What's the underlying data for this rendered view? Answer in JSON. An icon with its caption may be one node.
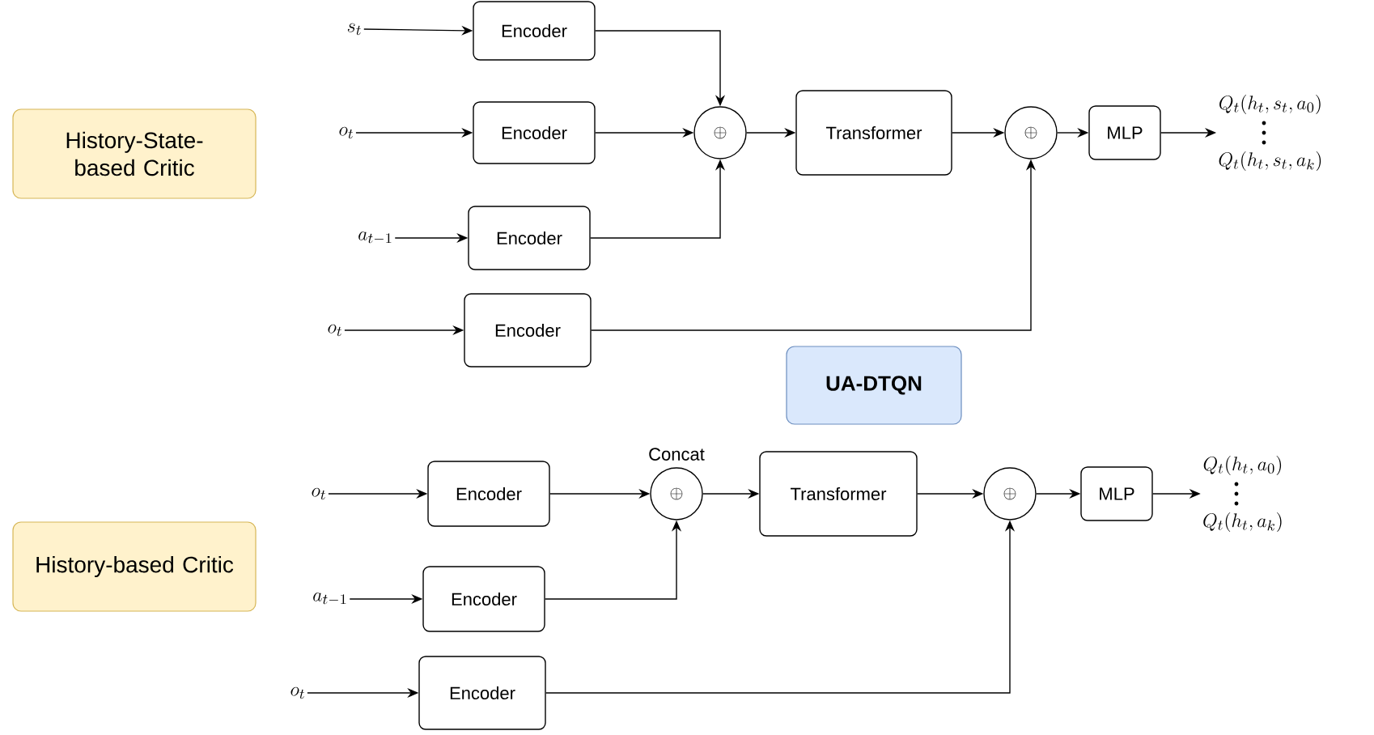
{
  "diagram": {
    "nodes": [
      {
        "text": [
          "History-State-based Critic"
        ]
      },
      {
        "text": [
          "s_t"
        ]
      },
      {
        "text": [
          "Encoder"
        ]
      },
      {
        "text": [
          "o_t"
        ]
      },
      {
        "text": [
          "Encoder"
        ]
      },
      {
        "text": [
          "a_{t-1}"
        ]
      },
      {
        "text": [
          "Encoder"
        ]
      },
      {
        "text": [
          "o_t"
        ]
      },
      {
        "text": [
          "Encoder"
        ]
      },
      {
        "text": [
          "\\oplus"
        ]
      },
      {
        "text": [
          "Transformer"
        ]
      },
      {
        "text": [
          "\\oplus"
        ]
      },
      {
        "text": [
          "MLP"
        ]
      },
      {
        "text": [
          "Q_t(h_t, s_t, a_0)",
          "Q_t(h_t, s_t, a_k)"
        ]
      },
      {
        "text": [
          "UA-DTQN"
        ]
      },
      {
        "text": [
          "History-based Critic"
        ]
      },
      {
        "text": [
          "o_t"
        ]
      },
      {
        "text": [
          "Encoder"
        ]
      },
      {
        "text": [
          "a_{t-1}"
        ]
      },
      {
        "text": [
          "Encoder"
        ]
      },
      {
        "text": [
          "o_t"
        ]
      },
      {
        "text": [
          "Encoder"
        ]
      },
      {
        "text": [
          "\\oplus"
        ],
        "beside": [
          "Concat"
        ]
      },
      {
        "text": [
          "Transformer"
        ]
      },
      {
        "text": [
          "\\oplus"
        ]
      },
      {
        "text": [
          "MLP"
        ]
      },
      {
        "text": [
          "Q_t(h_t, a_0)",
          "Q_t(h_t, a_k)"
        ]
      }
    ],
    "edges": [
      {
        "from": 1,
        "to": 2,
        "arrow": "to"
      },
      {
        "from": 3,
        "to": 4,
        "arrow": "to"
      },
      {
        "from": 5,
        "to": 6,
        "arrow": "to"
      },
      {
        "from": 7,
        "to": 8,
        "arrow": "to"
      },
      {
        "from": 2,
        "to": 9,
        "arrow": "to"
      },
      {
        "from": 4,
        "to": 9,
        "arrow": "to"
      },
      {
        "from": 6,
        "to": 9,
        "arrow": "to"
      },
      {
        "from": 9,
        "to": 10,
        "arrow": "to"
      },
      {
        "from": 10,
        "to": 11,
        "arrow": "to"
      },
      {
        "from": 8,
        "to": 11,
        "arrow": "to"
      },
      {
        "from": 11,
        "to": 12,
        "arrow": "to"
      },
      {
        "from": 12,
        "to": 13,
        "arrow": "to"
      },
      {
        "from": 16,
        "to": 17,
        "arrow": "to"
      },
      {
        "from": 18,
        "to": 19,
        "arrow": "to"
      },
      {
        "from": 20,
        "to": 21,
        "arrow": "to"
      },
      {
        "from": 17,
        "to": 22,
        "arrow": "to"
      },
      {
        "from": 19,
        "to": 22,
        "arrow": "to"
      },
      {
        "from": 22,
        "to": 23,
        "arrow": "to"
      },
      {
        "from": 23,
        "to": 24,
        "arrow": "to"
      },
      {
        "from": 21,
        "to": 24,
        "arrow": "to"
      },
      {
        "from": 24,
        "to": 25,
        "arrow": "to"
      },
      {
        "from": 25,
        "to": 26,
        "arrow": "to"
      }
    ]
  }
}
